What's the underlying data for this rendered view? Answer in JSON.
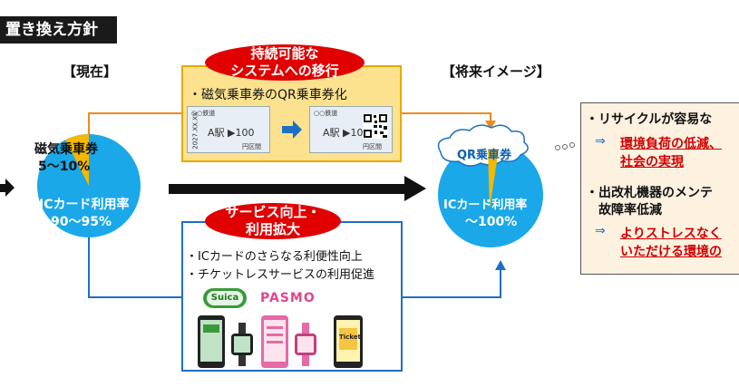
{
  "header": {
    "title": "置き換え方針"
  },
  "current": {
    "label": "【現在】",
    "magnetic_label": "磁気乗車券",
    "magnetic_pct": "5～10%",
    "ic_label": "ICカード利用率",
    "ic_pct": "90～95%"
  },
  "future": {
    "label": "【将来イメージ】",
    "qr_label": "QR乗車券",
    "ic_label": "ICカード利用率",
    "ic_pct": "～100%"
  },
  "migration": {
    "oval_line1": "持続可能な",
    "oval_line2": "システムへの移行",
    "item": "・磁気乗車券のQR乗車券化",
    "ticket_station": "A駅 ▶100",
    "ticket_header": "○○鉄道",
    "ticket_date": "2027.XX.XX",
    "ticket_note": "円区間"
  },
  "service": {
    "oval_line1": "サービス向上・",
    "oval_line2": "利用拡大",
    "item1": "・ICカードのさらなる利便性向上",
    "item2": "・チケットレスサービスの利用促進",
    "suica_logo": "Suica",
    "pasmo_logo": "PASMO",
    "ticket_app": "Ticket"
  },
  "benefits": {
    "b1_title": "・リサイクルが容易な",
    "b1_arrow": "⇒",
    "b1_line1": "環境負荷の低減、",
    "b1_line2": "社会の実現",
    "b2_title": "・出改札機器のメンテ",
    "b2_title2": "故障率低減",
    "b2_arrow": "⇒",
    "b2_line1": "よりストレスなく",
    "b2_line2": "いただける環境の"
  },
  "colors": {
    "pie_blue": "#1aa8e8",
    "pie_orange": "#f5b800",
    "accent_red": "#e00000",
    "box_yellow": "#fce28f",
    "box_blue_border": "#1e6fc4",
    "arrow_orange": "#ee8a1c"
  },
  "shares": {
    "magnetic_share_current": 0.075,
    "magnetic_share_future": 0.02
  }
}
